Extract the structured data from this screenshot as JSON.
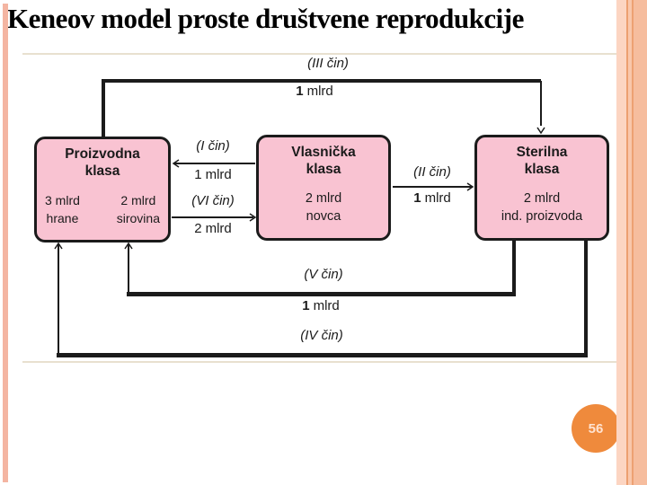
{
  "slide": {
    "title": "Keneov model proste društvene reprodukcije",
    "page_number": "56"
  },
  "colors": {
    "box_fill": "#f9c3d2",
    "diagram_line": "#1b1b1b",
    "page_badge_orange": "#ef8a3c",
    "stripe_salmon": "#f4b5a2",
    "stripe_light_pink": "#fcd5c2"
  },
  "diagram": {
    "boxes": [
      {
        "name_line1": "Proizvodna",
        "name_line2": "klasa",
        "col1_amount": "3 mlrd",
        "col1_label": "hrane",
        "col2_amount": "2 mlrd",
        "col2_label": "sirovina"
      },
      {
        "name_line1": "Vlasnička",
        "name_line2": "klasa",
        "amount": "2 mlrd",
        "label": "novca"
      },
      {
        "name_line1": "Sterilna",
        "name_line2": "klasa",
        "amount": "2 mlrd",
        "label": "ind. proizvoda"
      }
    ],
    "flows": {
      "f1": {
        "act": "(I čin)",
        "num": "1",
        "unit": "mlrd",
        "from": "Vlasnička klasa",
        "to": "Proizvodna klasa"
      },
      "f2": {
        "act": "(II čin)",
        "num": "1",
        "unit": "mlrd",
        "from": "Vlasnička klasa",
        "to": "Sterilna klasa"
      },
      "f3": {
        "act": "(III čin)",
        "num": "1",
        "unit": "mlrd",
        "from": "Proizvodna klasa",
        "to": "Sterilna klasa"
      },
      "f4": {
        "act": "(IV čin)",
        "from": "Sterilna klasa",
        "to": "Proizvodna klasa"
      },
      "f5": {
        "act": "(V čin)",
        "num": "1",
        "unit": "mlrd",
        "from": "Sterilna klasa",
        "to": "Proizvodna klasa"
      },
      "f6": {
        "act": "(VI čin)",
        "num": "2",
        "unit": "mlrd",
        "from": "Proizvodna klasa",
        "to": "Vlasnička klasa"
      }
    }
  }
}
